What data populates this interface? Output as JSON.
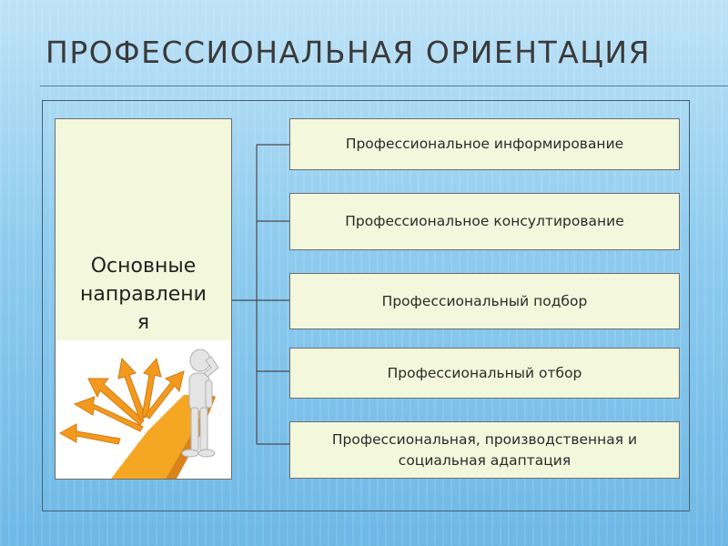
{
  "title": "ПРОФЕССИОНАЛЬНАЯ  ОРИЕНТАЦИЯ",
  "main_node": {
    "line1": "Основные",
    "line2": "направлени",
    "line3": "я"
  },
  "directions": [
    {
      "label": "Профессиональное информирование"
    },
    {
      "label": "Профессиональное консултирование"
    },
    {
      "label": "Профессиональный подбор"
    },
    {
      "label": "Профессиональный  отбор"
    },
    {
      "label": "Профессиональная, производственная и социальная адаптация"
    }
  ],
  "colors": {
    "box_fill": "#f3f8dc",
    "box_border": "#6e6e6e",
    "connector": "#4a4a4a",
    "arrows": "#f39a1e",
    "road": "#f5a623"
  },
  "illustration": {
    "icon": "confused-person-at-crossroads-arrows"
  }
}
